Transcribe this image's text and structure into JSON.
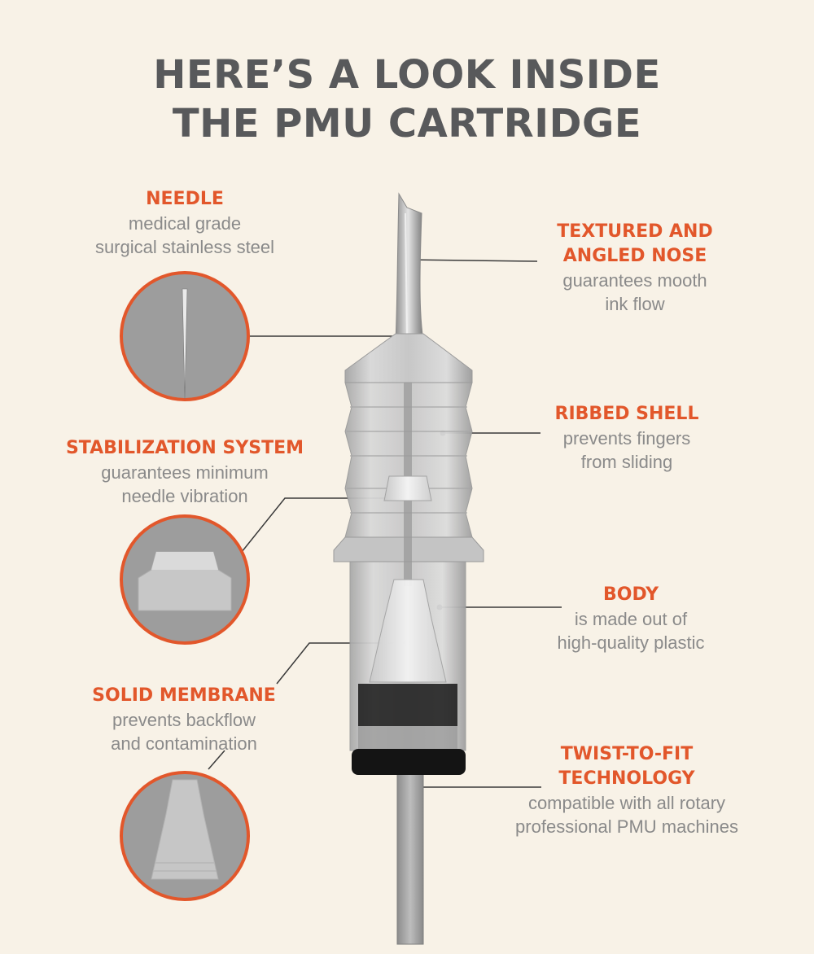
{
  "title": {
    "line1": "HERE’S A LOOK INSIDE",
    "line2": "THE PMU CARTRIDGE"
  },
  "features": {
    "needle": {
      "heading": "NEEDLE",
      "desc_line1": "medical grade",
      "desc_line2": "surgical stainless steel"
    },
    "stabilization": {
      "heading": "STABILIZATION SYSTEM",
      "desc_line1": "guarantees minimum",
      "desc_line2": "needle vibration"
    },
    "membrane": {
      "heading": "SOLID MEMBRANE",
      "desc_line1": "prevents backflow",
      "desc_line2": "and contamination"
    },
    "nose": {
      "heading_line1": "TEXTURED AND",
      "heading_line2": "ANGLED NOSE",
      "desc_line1": "guarantees mooth",
      "desc_line2": "ink flow"
    },
    "shell": {
      "heading": "RIBBED SHELL",
      "desc_line1": "prevents fingers",
      "desc_line2": "from sliding"
    },
    "body": {
      "heading": "BODY",
      "desc_line1": "is made out of",
      "desc_line2": "high-quality plastic"
    },
    "twist": {
      "heading_line1": "TWIST-TO-FIT",
      "heading_line2": "TECHNOLOGY",
      "desc_line1": "compatible with all rotary",
      "desc_line2": "professional PMU machines"
    }
  },
  "colors": {
    "background": "#f8f2e7",
    "accent": "#e2572b",
    "title": "#58595b",
    "description": "#8a8a8a",
    "circle_fill": "#9d9d9d"
  }
}
